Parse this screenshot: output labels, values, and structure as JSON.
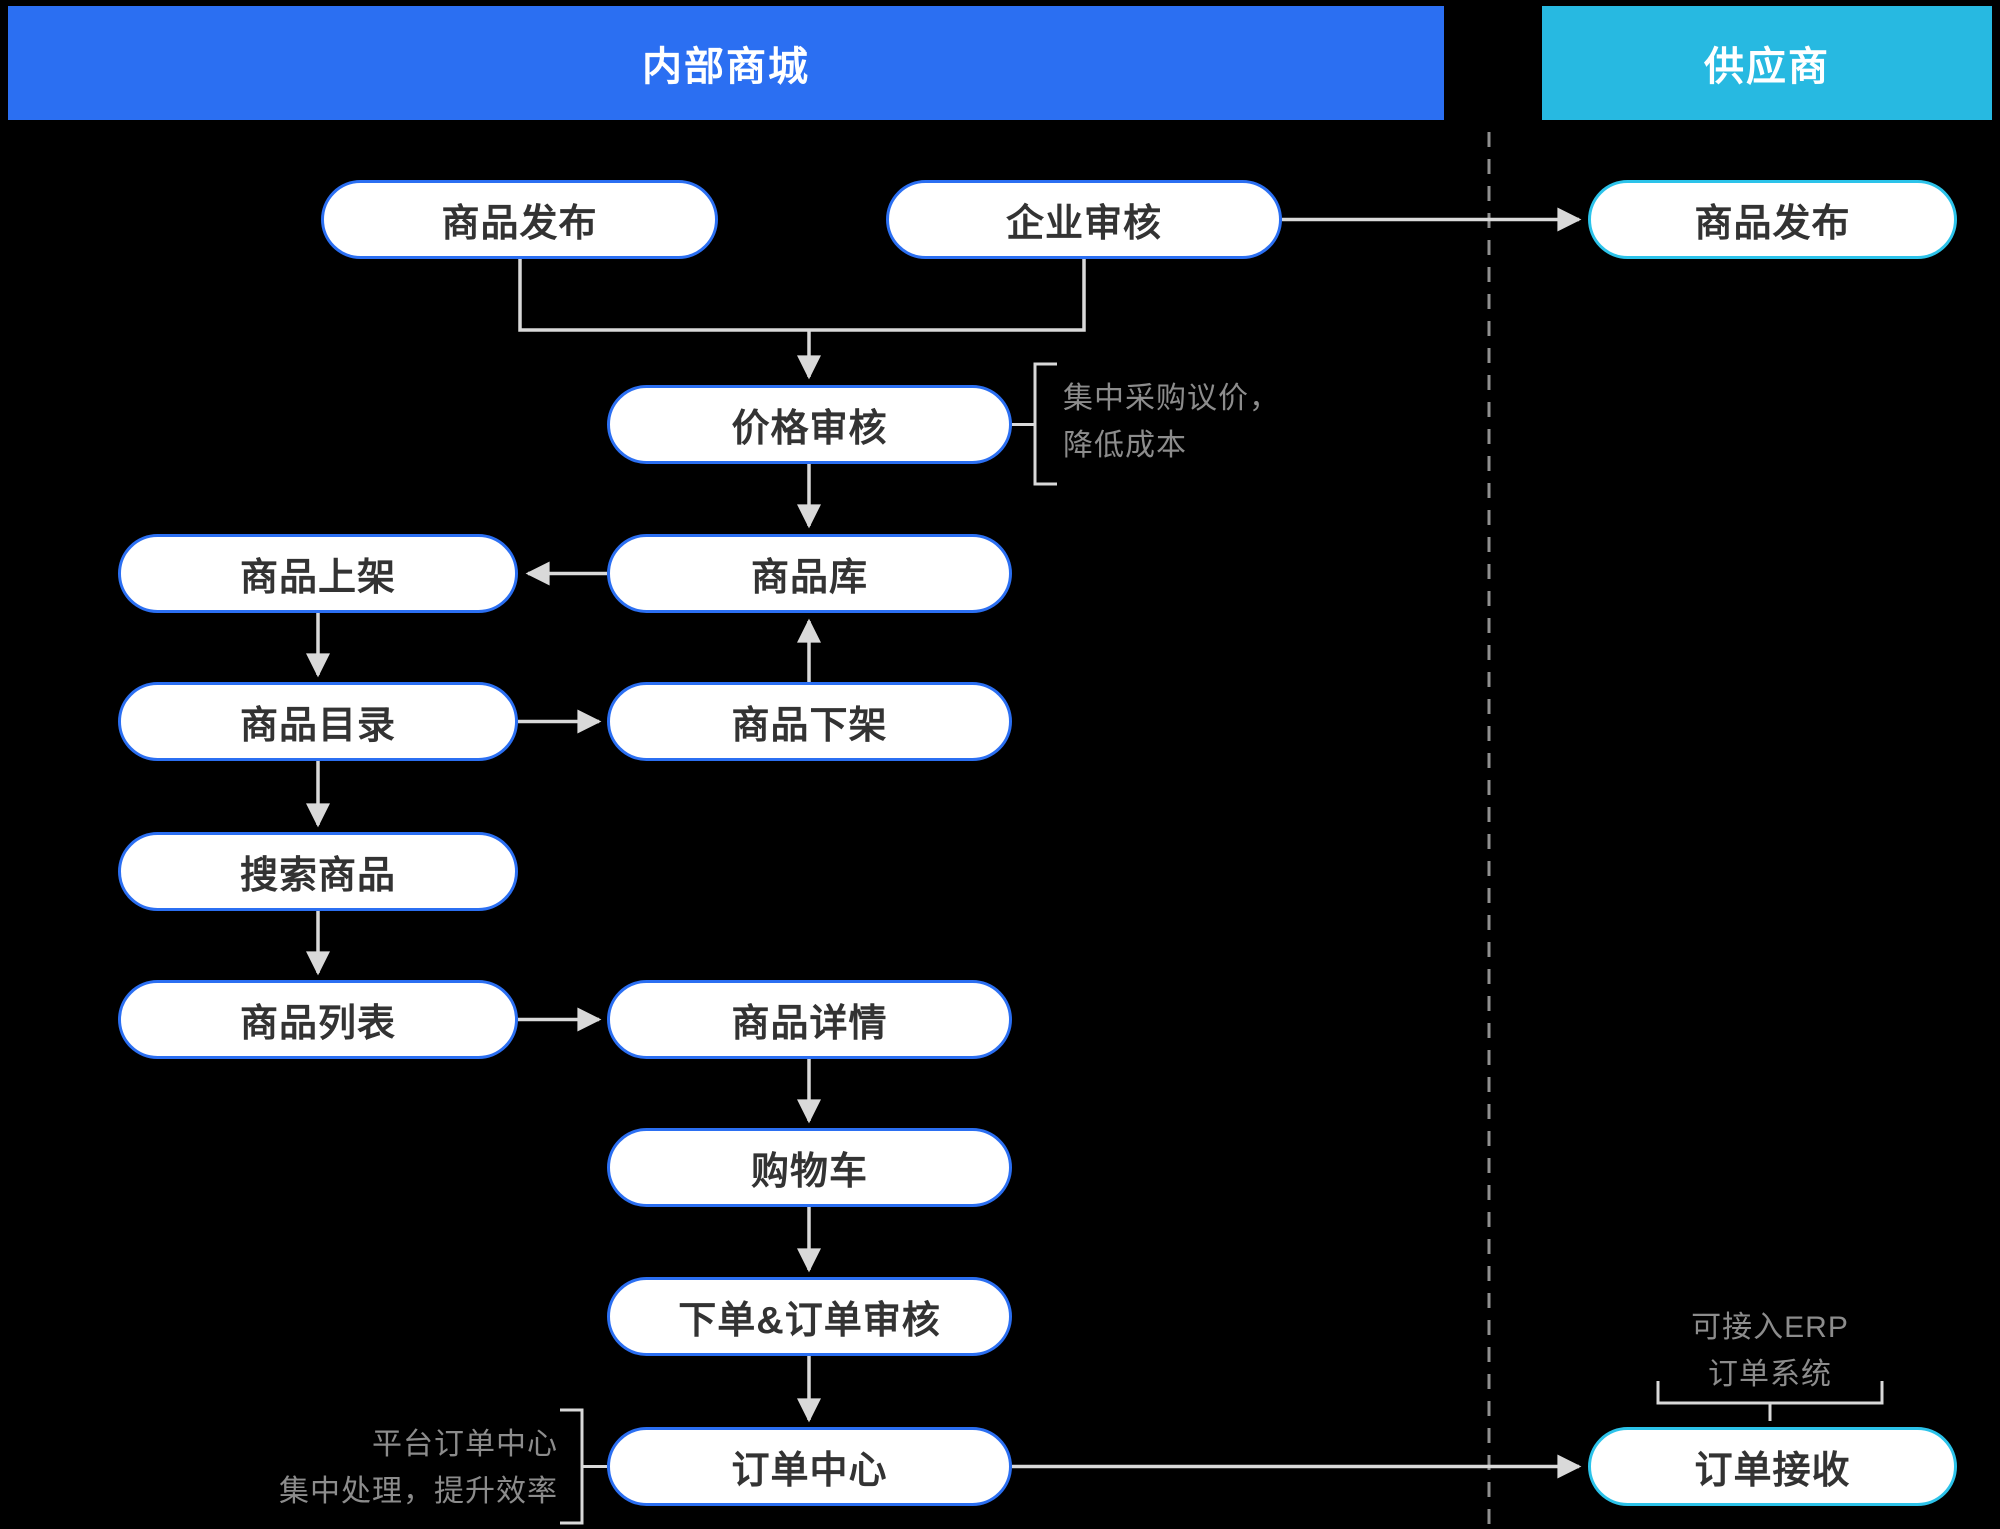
{
  "lanes": {
    "internal": {
      "label": "内部商城"
    },
    "supplier": {
      "label": "供应商"
    }
  },
  "nodes": {
    "publish_internal": "商品发布",
    "enterprise_review": "企业审核",
    "publish_supplier": "商品发布",
    "price_review": "价格审核",
    "product_on_shelf": "商品上架",
    "product_library": "商品库",
    "product_catalog": "商品目录",
    "product_off_shelf": "商品下架",
    "search_product": "搜索商品",
    "product_list": "商品列表",
    "product_detail": "商品详情",
    "shopping_cart": "购物车",
    "order_and_review": "下单&订单审核",
    "order_center": "订单中心",
    "order_receive": "订单接收"
  },
  "annotations": {
    "price_review": {
      "line1": "集中采购议价，",
      "line2": "降低成本"
    },
    "order_center": {
      "line1": "平台订单中心",
      "line2": "集中处理，提升效率"
    },
    "erp": {
      "line1": "可接入ERP",
      "line2": "订单系统"
    }
  },
  "colors": {
    "accent_blue": "#2b6ff2",
    "accent_cyan": "#27b9e1",
    "node_border_cyan": "#2cc3ea",
    "node_fill": "#ffffff",
    "node_text": "#333333",
    "wire_gray": "#d9d9d9",
    "annotation_gray": "#8c8c8c",
    "divider_gray": "#909090",
    "background": "#000000"
  }
}
